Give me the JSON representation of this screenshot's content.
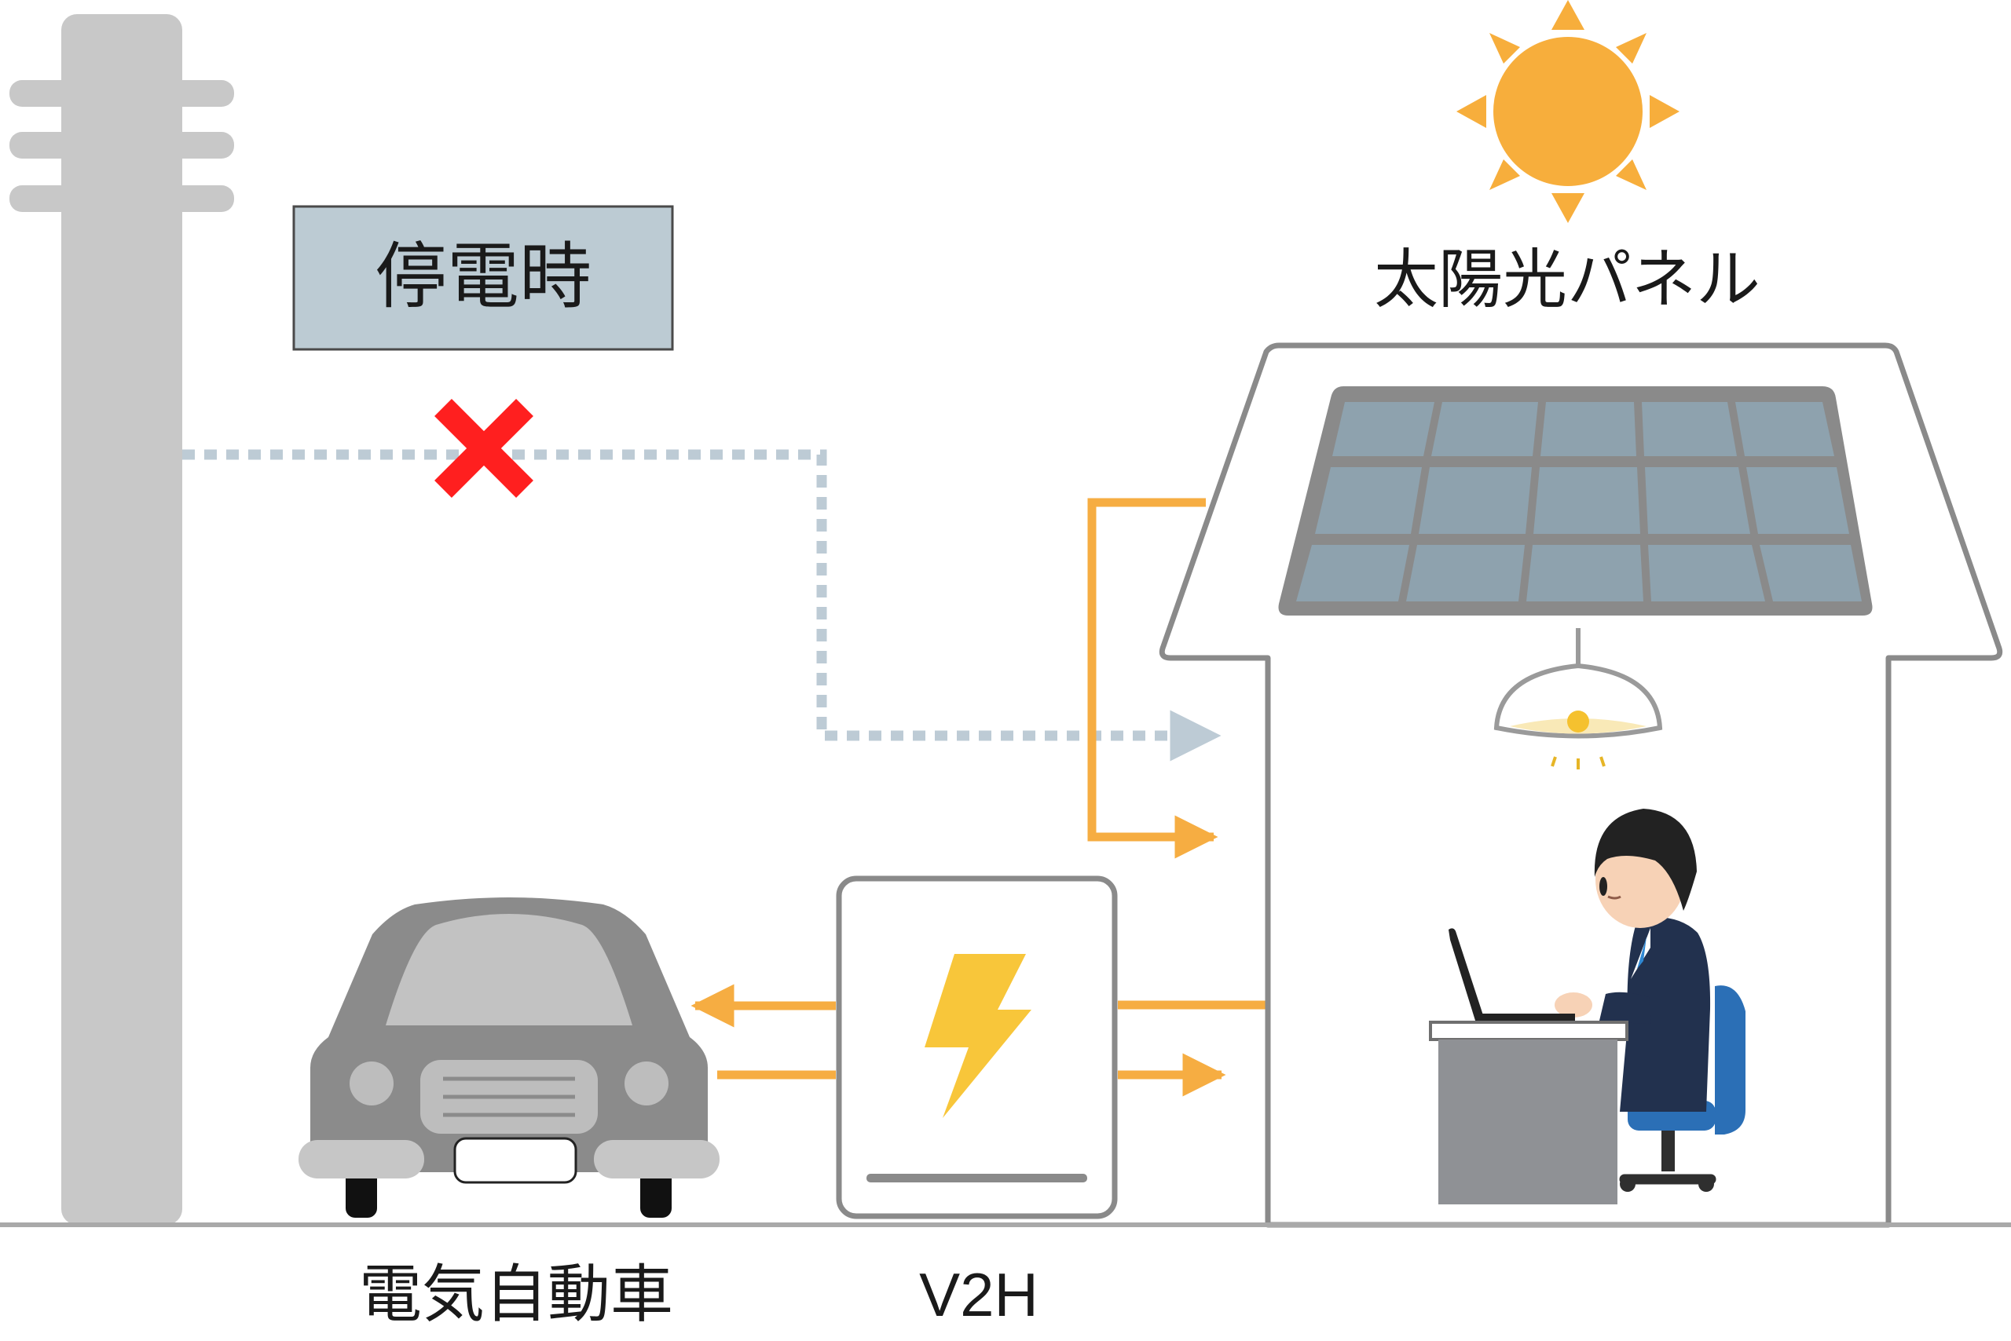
{
  "labels": {
    "outage": "停電時",
    "solar_panel": "太陽光パネル",
    "electric_vehicle": "電気自動車",
    "v2h": "V2H"
  },
  "icons": {
    "grid_failure": "x-mark-icon",
    "v2h_unit": "lightning-bolt-icon",
    "sun": "sun-icon",
    "lamp": "ceiling-lamp-icon",
    "person": "office-worker-icon",
    "laptop": "laptop-icon",
    "desk": "desk-icon",
    "chair": "office-chair-icon",
    "car": "car-icon",
    "utility_pole": "utility-pole-icon",
    "house": "house-icon",
    "solar_panel": "solar-panel-icon"
  },
  "colors": {
    "grid_pole": "#c8c8c8",
    "outage_box_fill": "#bccbd3",
    "x_mark": "#ff1f1f",
    "dotted_line": "#bdcbd5",
    "power_arrow": "#f6ad42",
    "sun": "#f7ae3c",
    "bolt": "#f8c63a",
    "panel_cell": "#8ea2ae",
    "house_outline": "#8a8a8a",
    "car_body": "#8b8b8b",
    "ground": "#a9a9a9"
  }
}
